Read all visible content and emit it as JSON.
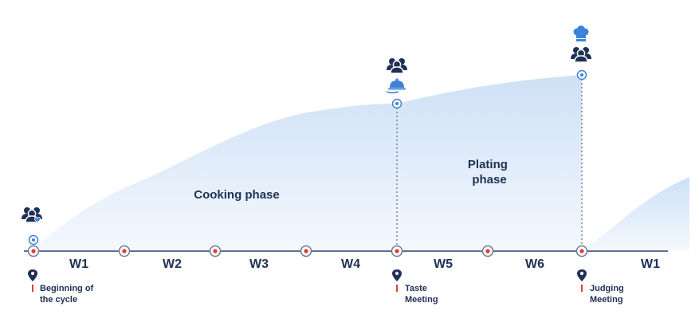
{
  "phases": {
    "cooking": "Cooking phase",
    "plating_line1": "Plating",
    "plating_line2": "phase"
  },
  "weeks": [
    "W1",
    "W2",
    "W3",
    "W4",
    "W5",
    "W6",
    "W1"
  ],
  "events": [
    {
      "line1": "Beginning of",
      "line2": "the cycle"
    },
    {
      "line1": "Taste",
      "line2": "Meeting"
    },
    {
      "line1": "Judging",
      "line2": "Meeting"
    }
  ],
  "icons": {
    "start": "team-heart-icon",
    "taste": [
      "team-icon",
      "serving-cloche-icon"
    ],
    "judging": [
      "chef-hat-icon",
      "team-icon"
    ]
  },
  "colors": {
    "area_top": "#cfe0f6",
    "area_bottom": "#f3f8fe",
    "navy": "#1f3155",
    "accent_blue": "#3b82d6",
    "marker_red": "#e53935"
  }
}
